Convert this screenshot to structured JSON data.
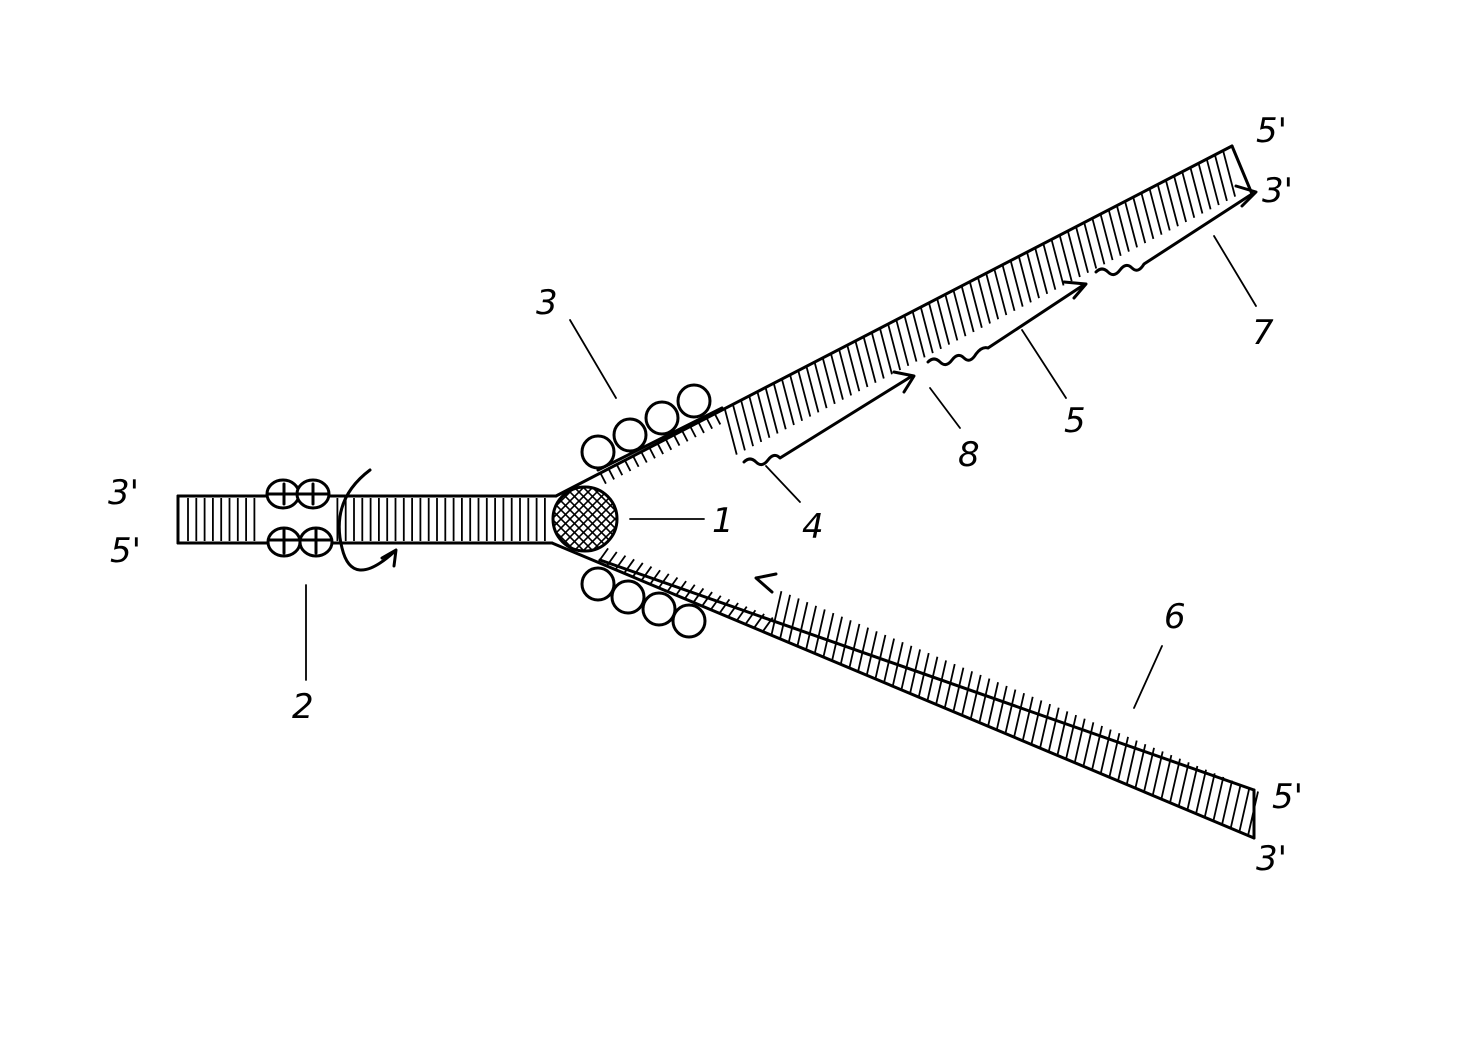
{
  "labels": {
    "helicase": "1",
    "topoisomerase": "2",
    "ssb_proteins": "3",
    "label_4": "4",
    "label_5": "5",
    "label_6": "6",
    "label_7": "7",
    "label_8": "8"
  },
  "ends": {
    "left_top": "3'",
    "left_bottom": "5'",
    "upper_top": "5'",
    "upper_bottom": "3'",
    "lower_top": "5'",
    "lower_bottom": "3'"
  },
  "colors": {
    "ink": "#000000",
    "paper": "#ffffff"
  }
}
